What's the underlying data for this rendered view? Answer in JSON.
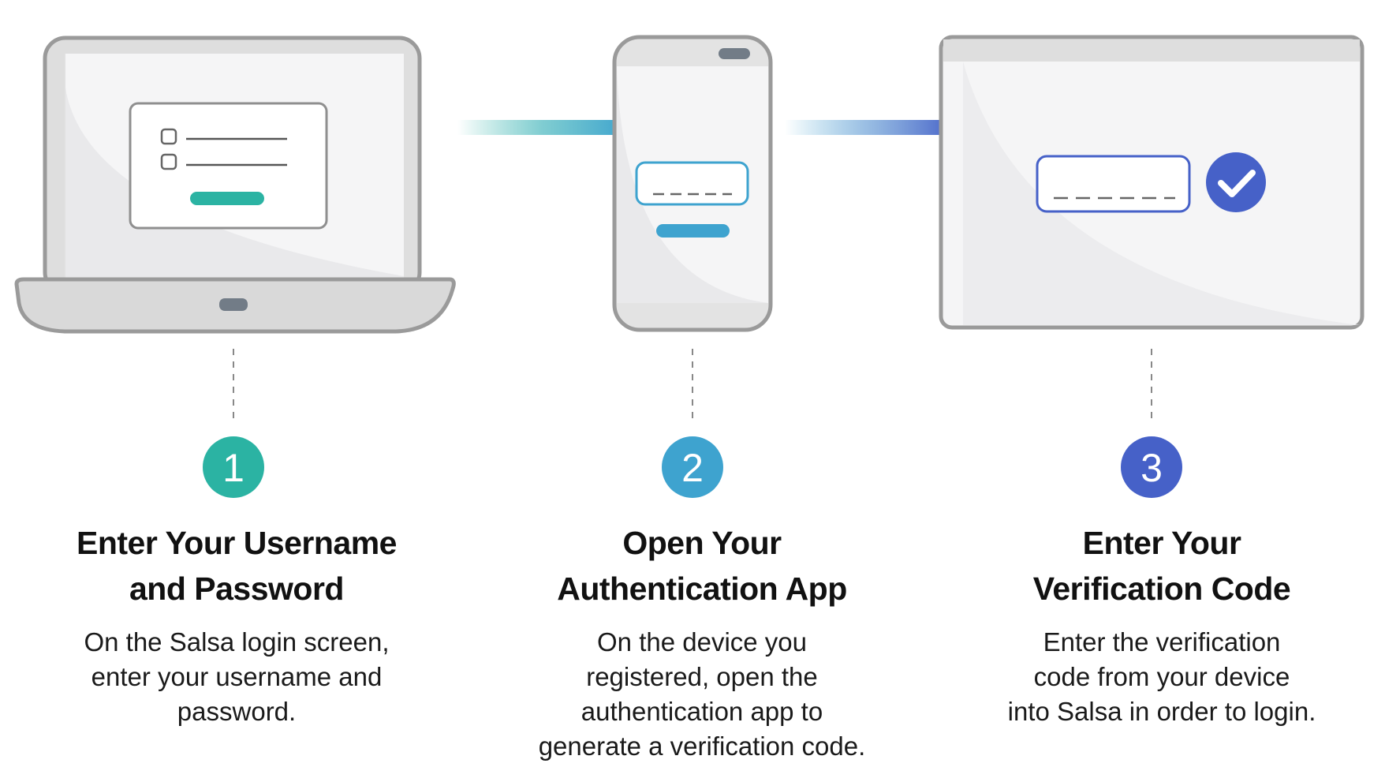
{
  "colors": {
    "teal": "#2bb3a3",
    "sky_blue": "#3ea3cf",
    "indigo": "#4661c8",
    "device_frame": "#9a9a9a",
    "device_fill": "#e3e3e3",
    "screen_fill": "#f5f5f6",
    "dash_line": "#888888"
  },
  "steps": [
    {
      "number": "1",
      "title_lines": [
        "Enter Your Username",
        "and Password"
      ],
      "desc_lines": [
        "On the Salsa login screen,",
        "enter your username and",
        "password."
      ],
      "device": "laptop"
    },
    {
      "number": "2",
      "title_lines": [
        "Open Your",
        "Authentication App"
      ],
      "desc_lines": [
        "On the device you",
        "registered, open the",
        "authentication app to",
        "generate a verification code."
      ],
      "device": "phone"
    },
    {
      "number": "3",
      "title_lines": [
        "Enter Your",
        "Verification Code"
      ],
      "desc_lines": [
        "Enter the verification",
        "code from your device",
        "into Salsa in order to login."
      ],
      "device": "browser-window"
    }
  ],
  "icons": {
    "arrow_1": "arrow-right-icon",
    "arrow_2": "arrow-right-icon",
    "check": "checkmark-circle-icon",
    "checkbox": "checkbox-icon"
  }
}
